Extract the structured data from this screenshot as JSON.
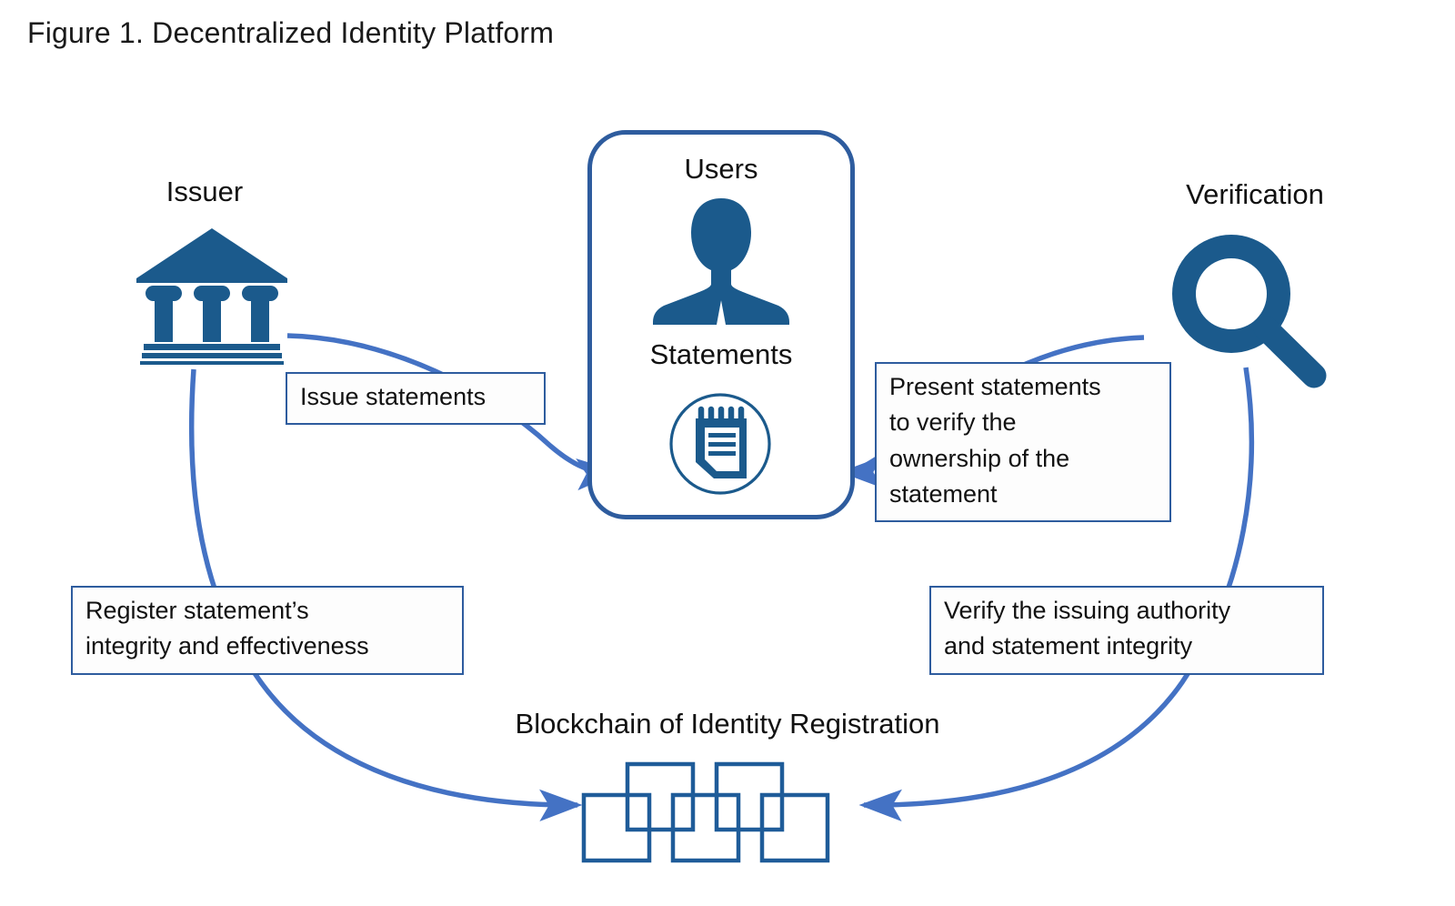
{
  "figure": {
    "title": "Figure 1. Decentralized Identity Platform"
  },
  "colors": {
    "icon_blue": "#1B5A8C",
    "box_border_blue": "#2E5C9E",
    "arrow_blue": "#4472C4",
    "blockchain_blue": "#1F5C99",
    "background": "#FFFFFF",
    "text": "#111111"
  },
  "nodes": {
    "issuer": {
      "label": "Issuer",
      "icon": "bank-building-icon"
    },
    "users": {
      "label": "Users",
      "icon": "person-silhouette-icon"
    },
    "statements": {
      "label": "Statements",
      "icon": "notepad-circle-icon"
    },
    "verification": {
      "label": "Verification",
      "icon": "magnifying-glass-icon"
    },
    "blockchain": {
      "label": "Blockchain of Identity Registration",
      "icon": "chain-blocks-icon",
      "block_count": 5
    }
  },
  "callouts": {
    "issue_statements": {
      "lines": [
        "Issue statements"
      ]
    },
    "present_statements": {
      "lines": [
        "Present statements",
        "to verify the",
        "ownership of the",
        "statement"
      ]
    },
    "register_statement": {
      "lines": [
        "Register statement’s",
        "integrity and effectiveness"
      ]
    },
    "verify_authority": {
      "lines": [
        "Verify the issuing authority",
        "and statement integrity"
      ]
    }
  },
  "flows": [
    {
      "name": "issuer-to-users",
      "from": "issuer",
      "to": "users",
      "label": "Issue statements"
    },
    {
      "name": "verification-to-users",
      "from": "verification",
      "to": "users",
      "label": "Present statements to verify the ownership of the statement"
    },
    {
      "name": "issuer-to-blockchain",
      "from": "issuer",
      "to": "blockchain",
      "label": "Register statement’s integrity and effectiveness"
    },
    {
      "name": "blockchain-to-verification",
      "from": "verification",
      "to": "blockchain",
      "label": "Verify the issuing authority and statement integrity"
    }
  ]
}
